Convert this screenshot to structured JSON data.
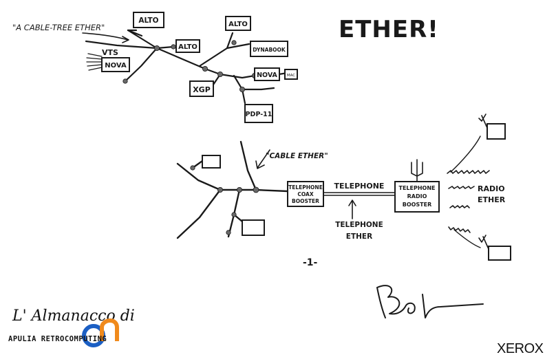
{
  "title": "ETHER!",
  "page_number": "-1-",
  "signature": "Bob",
  "company": "XEROX",
  "brand": {
    "title": "L' Almanacco di",
    "subtitle": "APULIA RETROCOMPUTING",
    "logo_letters": "AR",
    "colors": {
      "blue": "#1b5fc4",
      "orange": "#f08a1c"
    }
  },
  "top_diagram": {
    "caption": "\"A CABLE-TREE ETHER\"",
    "vts_label": "VTS",
    "nodes": {
      "alto_1": "ALTO",
      "alto_2": "ALTO",
      "alto_3": "ALTO",
      "dynabook": "DYNABOOK",
      "nova_1": "NOVA",
      "nova_2": "NOVA",
      "mac": "MAC",
      "xgp": "XGP",
      "pdp11": "PDP-11"
    }
  },
  "bottom_diagram": {
    "cable_label": "\"CABLE ETHER\"",
    "coax_booster": [
      "TELEPHONE",
      "COAX",
      "BOOSTER"
    ],
    "telephone_label": "TELEPHONE",
    "telephone_ether": [
      "TELEPHONE",
      "ETHER"
    ],
    "radio_booster": [
      "TELEPHONE",
      "RADIO",
      "BOOSTER"
    ],
    "radio_ether": [
      "RADIO",
      "ETHER"
    ]
  },
  "ink_color": "#1a1a1a"
}
